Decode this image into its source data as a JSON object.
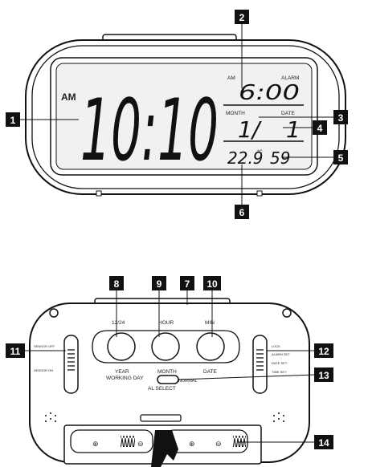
{
  "display": {
    "am_big": "AM",
    "time": "10:10",
    "alarm_am": "AM",
    "alarm_word": "ALARM",
    "alarm_time": "6:00",
    "month_label": "MONTH",
    "date_label": "DATE",
    "month_value": "1/",
    "date_value": "1",
    "temperature": "22.9",
    "temp_unit": "°C",
    "seconds": "59"
  },
  "back": {
    "btn_1224": "12/24",
    "btn_hour": "HOUR",
    "btn_min": "MIN",
    "year": "YEAR",
    "working_day": "WORKING DAY",
    "month": "MONTH",
    "date": "DATE",
    "normal": "NORMAL",
    "al_select": "AL SELECT",
    "left_switch_top": "SENSOR OFF",
    "left_switch_bottom": "SENSOR ON",
    "right_switch": [
      "LOCK",
      "ALARM SET",
      "DATE SET",
      "TIME SET"
    ]
  },
  "callouts": [
    "1",
    "2",
    "3",
    "4",
    "5",
    "6",
    "7",
    "8",
    "9",
    "10",
    "11",
    "12",
    "13",
    "14"
  ]
}
